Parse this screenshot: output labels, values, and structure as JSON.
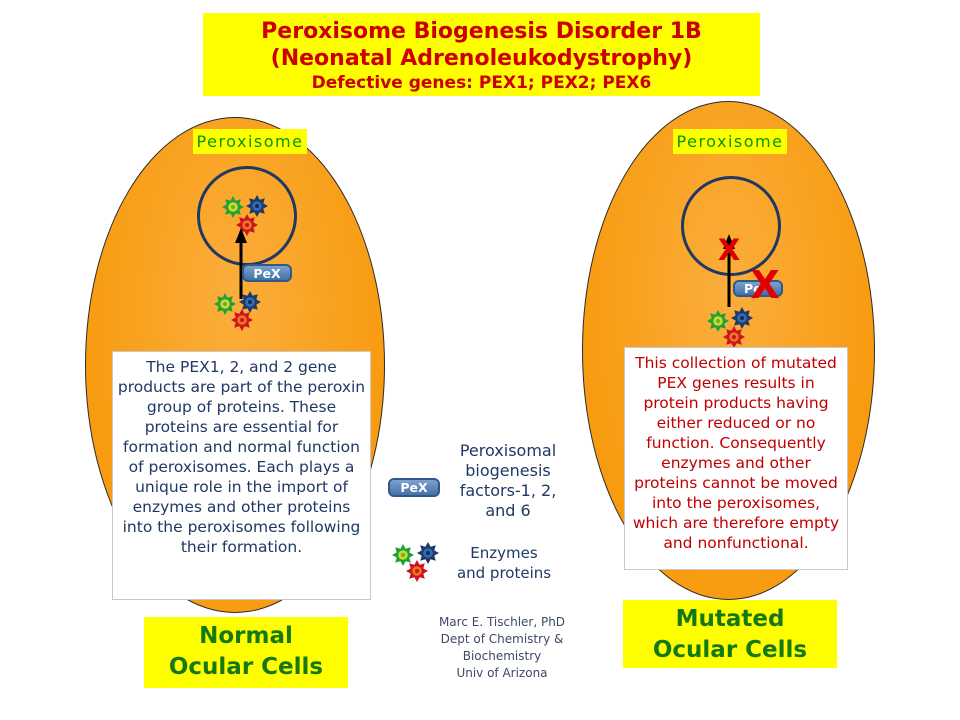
{
  "slide": {
    "title_line1": "Peroxisome Biogenesis Disorder 1B",
    "title_line2": "(Neonatal Adrenoleukodystrophy)",
    "title_line3": "Defective genes: PEX1; PEX2; PEX6"
  },
  "left_cell": {
    "organelle_label": "Peroxisome",
    "pex_badge": "PeX",
    "description": "The PEX1, 2, and 2 gene products are part of the peroxin group of proteins. These proteins are essential for formation and normal function of peroxisomes. Each plays a unique role in the import of enzymes and other proteins into the peroxisomes following their formation.",
    "caption": "Normal\nOcular Cells"
  },
  "right_cell": {
    "organelle_label": "Peroxisome",
    "pex_badge": "Pe",
    "arrow_block_x": "X",
    "badge_block_x": "X",
    "description": "This collection of mutated PEX genes results in protein products having either reduced or no function. Consequently enzymes and other proteins cannot be moved into the peroxisomes, which are therefore empty and nonfunctional.",
    "caption": "Mutated\nOcular Cells"
  },
  "legend": {
    "pex_badge": "PeX",
    "pex_description": "Peroxisomal\nbiogenesis\nfactors-1, 2,\nand 6",
    "enzymes_description": "Enzymes\nand proteins"
  },
  "attribution": "Marc E. Tischler, PhD\nDept of Chemistry &\nBiochemistry\nUniv of Arizona",
  "colors": {
    "banner_bg": "#FFFF00",
    "title_red": "#CC0000",
    "cell_orange": "#F89B10",
    "membrane_navy": "#1F3864",
    "label_green": "#009900",
    "caption_green": "#147814",
    "body_navy": "#1F3864",
    "body_red": "#C00000",
    "badge_blue": "#4F81BD",
    "block_x_red": "#E00000",
    "gear_green": "#21A038",
    "gear_blue": "#1E3A68",
    "gear_red": "#CE1126"
  }
}
